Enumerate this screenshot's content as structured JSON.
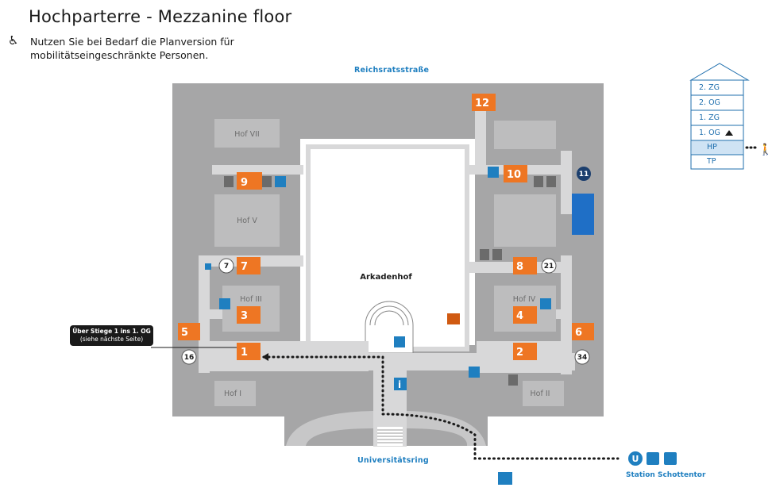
{
  "title": "Hochparterre - Mezzanine floor",
  "note": "Nutzen Sie bei Bedarf die Planversion für mobilitätseingeschränkte Personen.",
  "streets": {
    "north": "Reichsratsstraße",
    "south": "Universitätsring"
  },
  "courtyards": [
    "Hof VII",
    "Hof V",
    "Hof III",
    "Hof IV",
    "Hof I",
    "Hof II",
    "Arkadenhof"
  ],
  "stairs": [
    "12",
    "9",
    "10",
    "7",
    "8",
    "3",
    "4",
    "5",
    "6",
    "1",
    "2"
  ],
  "entrances": [
    "11",
    "7",
    "21",
    "16",
    "34"
  ],
  "callout": {
    "line1": "Über Stiege 1 ins 1. OG",
    "line2": "(siehe nächste Seite)"
  },
  "floors": [
    "2. ZG",
    "2. OG",
    "1. ZG",
    "1. OG",
    "HP",
    "TP"
  ],
  "current_floor": "HP",
  "station": "Station Schottentor",
  "colors": {
    "building": "#a6a6a7",
    "corridor": "#d8d8d9",
    "stair": "#ee7623",
    "accent": "#1f7fc0",
    "navy": "#1c3f6e"
  }
}
